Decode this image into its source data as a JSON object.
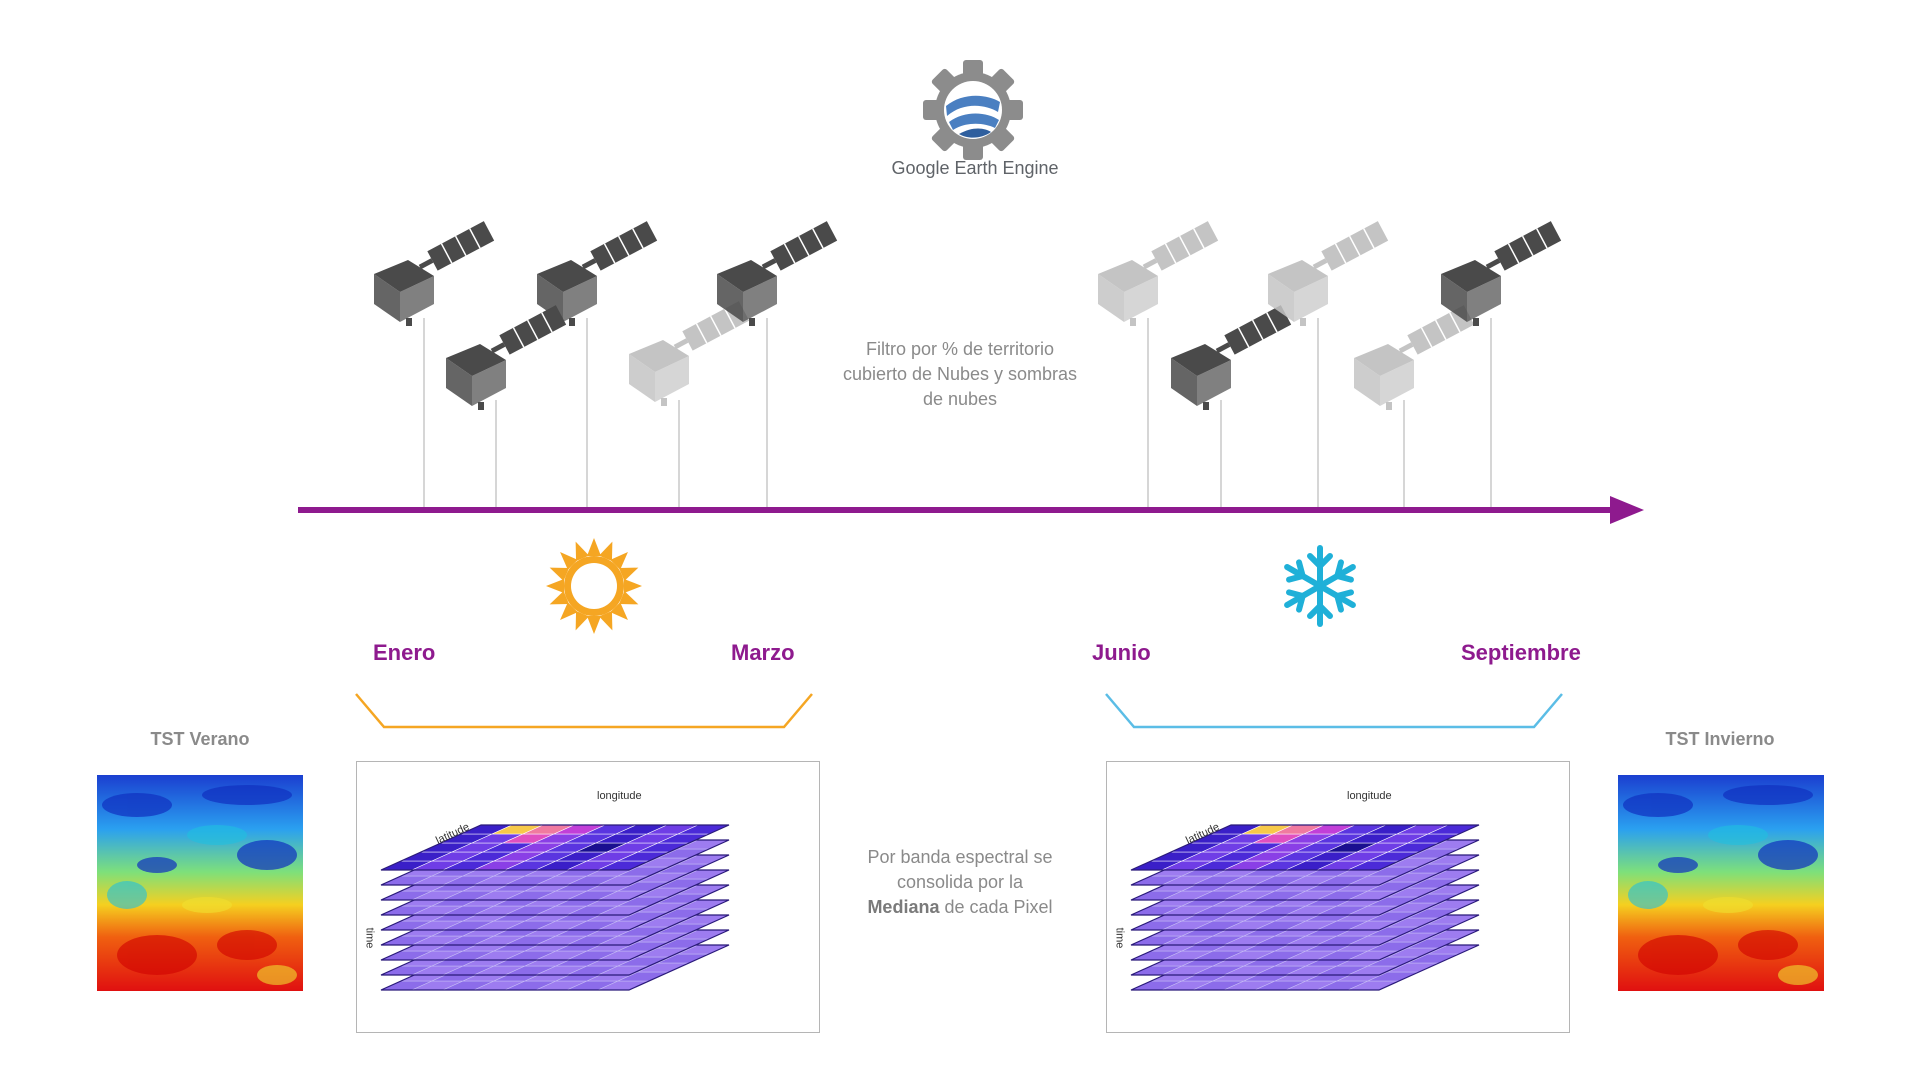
{
  "header": {
    "logo_text": "Google Earth Engine",
    "logo_icon": "google-earth-engine-gear-icon"
  },
  "filter_note": {
    "line1": "Filtro por % de territorio",
    "line2": "cubierto de Nubes y sombras",
    "line3": "de nubes"
  },
  "timeline": {
    "color": "#8e1a8e",
    "summer_icon": "sun-icon",
    "winter_icon": "snowflake-icon",
    "summer_color": "#f5a623",
    "winter_color": "#1fb0d8"
  },
  "months": {
    "summer_start": "Enero",
    "summer_end": "Marzo",
    "winter_start": "Junio",
    "winter_end": "Septiembre"
  },
  "outputs": {
    "summer_label": "TST Verano",
    "winter_label": "TST Invierno"
  },
  "cube": {
    "x_label": "longitude",
    "y_label": "latitude",
    "z_label": "time"
  },
  "consolidation_note": {
    "line1": "Por banda espectral se",
    "line2": "consolida por la",
    "bold": "Mediana",
    "line3_rest": " de cada  Pixel"
  }
}
